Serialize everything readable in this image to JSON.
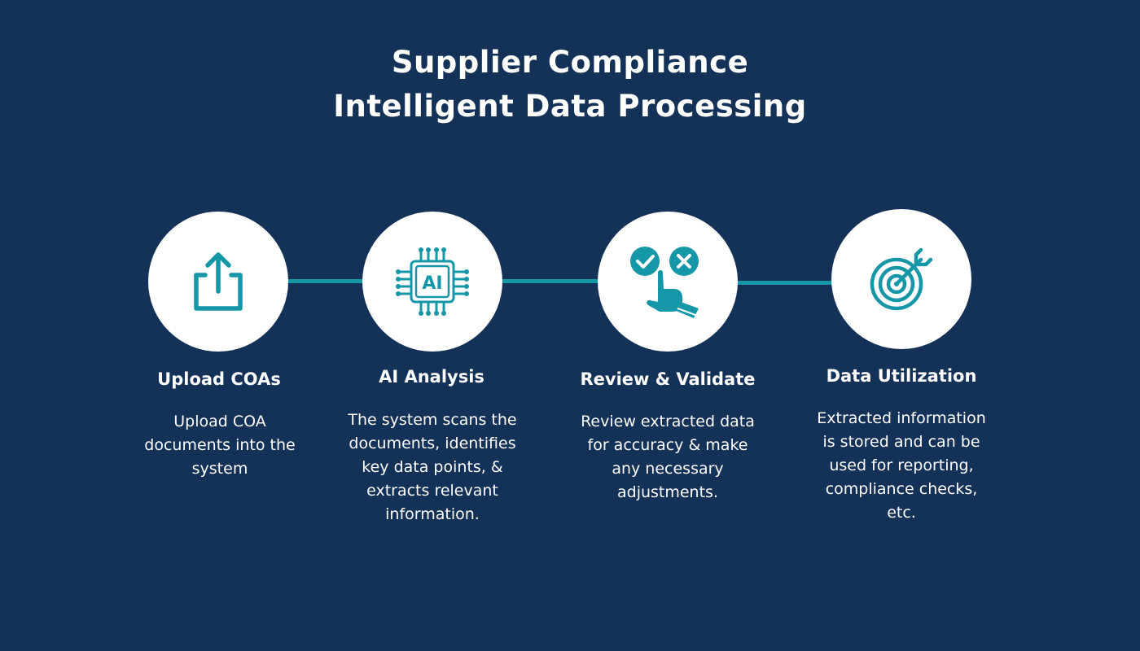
{
  "header": {
    "title_line1": "Supplier Compliance",
    "title_line2": "Intelligent Data Processing"
  },
  "colors": {
    "background": "#143157",
    "accent": "#1697a8",
    "circle": "#ffffff",
    "text": "#ffffff"
  },
  "steps": [
    {
      "icon": "upload-icon",
      "title": "Upload COAs",
      "description": "Upload COA documents into the system"
    },
    {
      "icon": "ai-chip-icon",
      "icon_label": "AI",
      "title": "AI Analysis",
      "description": "The system scans the documents, identifies key data points, & extracts relevant information."
    },
    {
      "icon": "review-validate-icon",
      "title": "Review & Validate",
      "description": "Review extracted data for accuracy & make any necessary adjustments."
    },
    {
      "icon": "target-icon",
      "title": "Data Utilization",
      "description": "Extracted information is stored and can be used for reporting, compliance checks, etc."
    }
  ]
}
